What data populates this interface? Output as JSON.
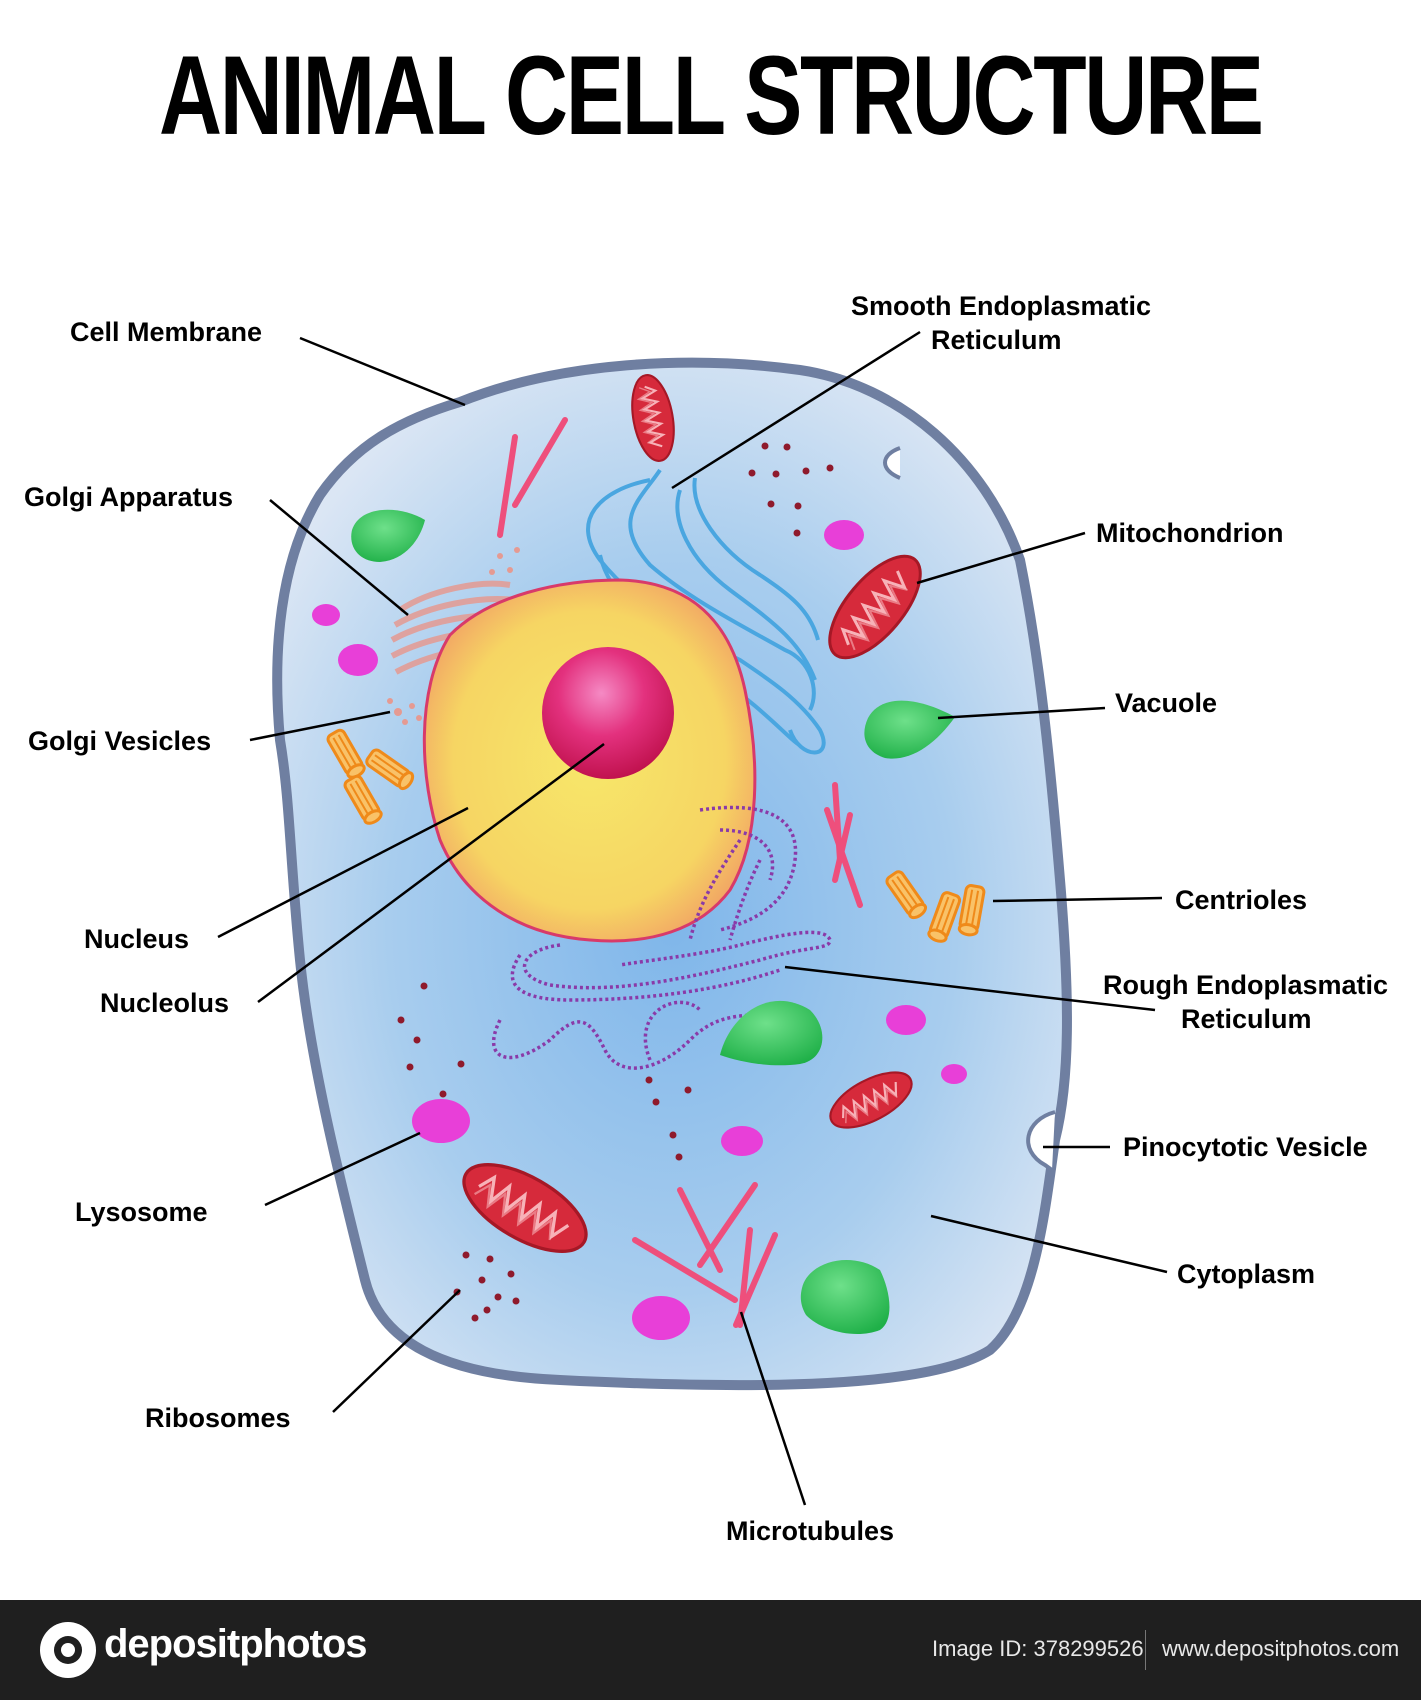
{
  "title": "ANIMAL CELL STRUCTURE",
  "labels": {
    "cell_membrane": "Cell Membrane",
    "golgi_apparatus": "Golgi Apparatus",
    "golgi_vesicles": "Golgi Vesicles",
    "nucleus": "Nucleus",
    "nucleolus": "Nucleolus",
    "lysosome": "Lysosome",
    "ribosomes": "Ribosomes",
    "microtubules": "Microtubules",
    "smooth_er_line1": "Smooth Endoplasmatic",
    "smooth_er_line2": "Reticulum",
    "mitochondrion": "Mitochondrion",
    "vacuole": "Vacuole",
    "centrioles": "Centrioles",
    "rough_er_line1": "Rough Endoplasmatic",
    "rough_er_line2": "Reticulum",
    "pinocytotic_vesicle": "Pinocytotic Vesicle",
    "cytoplasm": "Cytoplasm"
  },
  "footer": {
    "brand": "depositphotos",
    "image_id": "Image ID: 378299526",
    "site": "www.depositphotos.com"
  },
  "colors": {
    "membrane": "#6f7fa1",
    "cytoplasm": "#a9cdee",
    "nucleus": "#f4d15a",
    "nucleolus": "#d81b6a",
    "mitochondrion": "#d62a3b",
    "vacuole": "#2ec552",
    "lysosome": "#e83fd8",
    "smooth_er": "#4aa6e0",
    "rough_er": "#8a3aa8",
    "golgi": "#e59a92",
    "centriole": "#f59c28",
    "microtubule": "#ee4f7c",
    "ribosome": "#8f1a2c"
  }
}
